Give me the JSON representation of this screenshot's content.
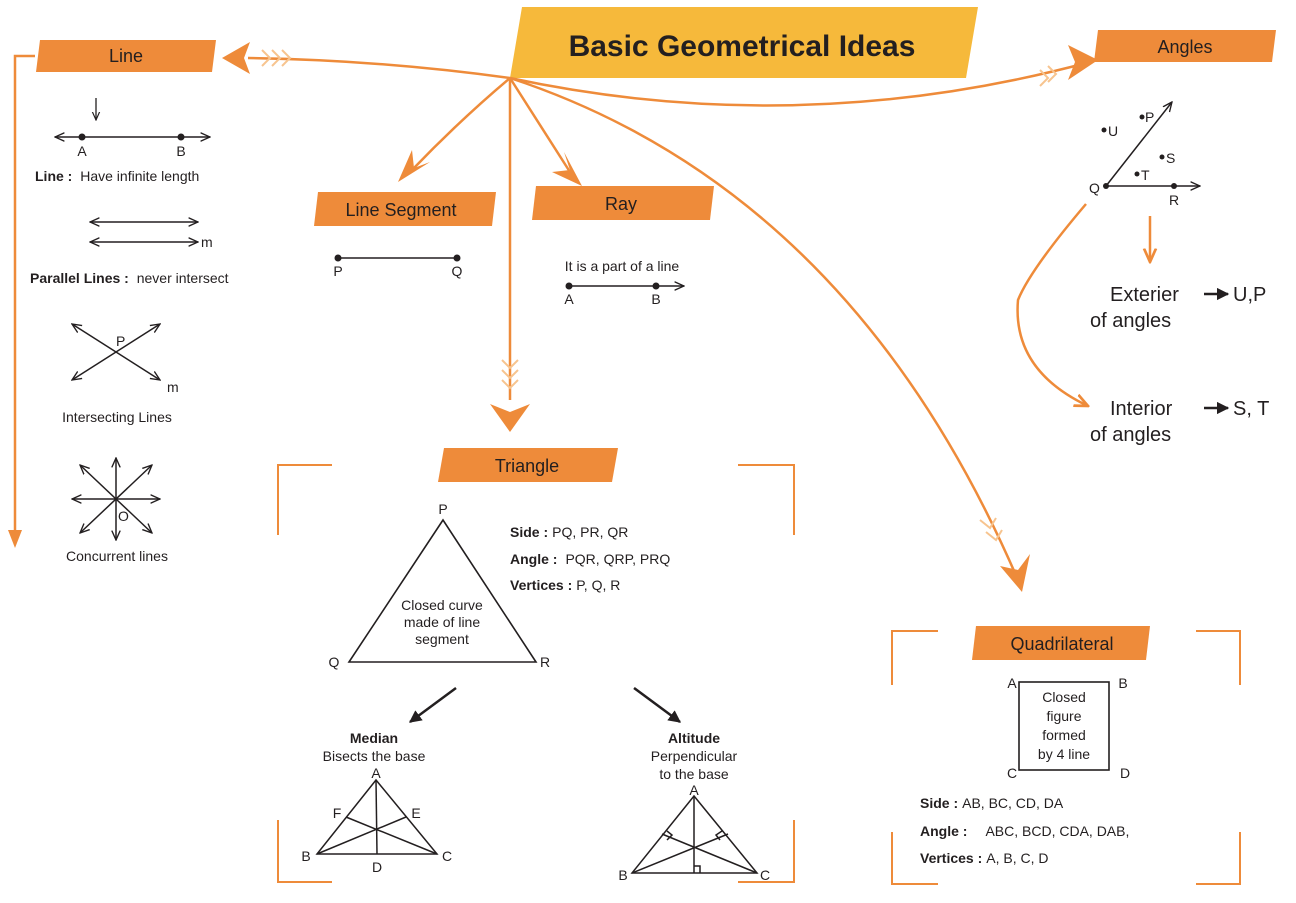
{
  "title": "Basic Geometrical Ideas",
  "colors": {
    "accent": "#ee8b3a",
    "accent_light": "#f3ad6c",
    "title_bg": "#f6b93b",
    "ink": "#231f20"
  },
  "line": {
    "header": "Line",
    "point_a": "A",
    "point_b": "B",
    "def_term": "Line :",
    "def_text": "Have infinite length",
    "parallel_label": "m",
    "parallel_term": "Parallel Lines :",
    "parallel_text": "never intersect",
    "intersect_point": "P",
    "intersect_line": "m",
    "intersecting_caption": "Intersecting Lines",
    "concurrent_point": "O",
    "concurrent_caption": "Concurrent lines"
  },
  "line_segment": {
    "header": "Line Segment",
    "p": "P",
    "q": "Q"
  },
  "ray": {
    "header": "Ray",
    "caption": "It is a part of a line",
    "a": "A",
    "b": "B"
  },
  "angles": {
    "header": "Angles",
    "points": {
      "u": "U",
      "p": "P",
      "s": "S",
      "t": "T",
      "q": "Q",
      "r": "R"
    },
    "exterior_line1": "Exterier",
    "exterior_line2": "of angles",
    "exterior_points": "U,P",
    "interior_line1": "Interior",
    "interior_line2": "of angles",
    "interior_points": "S, T"
  },
  "triangle": {
    "header": "Triangle",
    "p": "P",
    "q": "Q",
    "r": "R",
    "inside_1": "Closed curve",
    "inside_2": "made of line",
    "inside_3": "segment",
    "side_term": "Side :",
    "side_text": "PQ, PR, QR",
    "angle_term": "Angle :",
    "angle_text": "PQR,    QRP,    PRQ",
    "vertices_term": "Vertices :",
    "vertices_text": "P, Q, R",
    "median_title": "Median",
    "median_text": "Bisects the base",
    "median_points": {
      "a": "A",
      "b": "B",
      "c": "C",
      "d": "D",
      "e": "E",
      "f": "F"
    },
    "altitude_title": "Altitude",
    "altitude_text_1": "Perpendicular",
    "altitude_text_2": "to the base",
    "altitude_points": {
      "a": "A",
      "b": "B",
      "c": "C"
    }
  },
  "quadrilateral": {
    "header": "Quadrilateral",
    "a": "A",
    "b": "B",
    "c": "C",
    "d": "D",
    "inside_1": "Closed",
    "inside_2": "figure",
    "inside_3": "formed",
    "inside_4": "by 4 line",
    "side_term": "Side :",
    "side_text": "AB, BC, CD, DA",
    "angle_term": "Angle :",
    "angle_text": "ABC,   BCD,   CDA,   DAB,",
    "vertices_term": "Vertices :",
    "vertices_text": "A, B, C, D"
  }
}
